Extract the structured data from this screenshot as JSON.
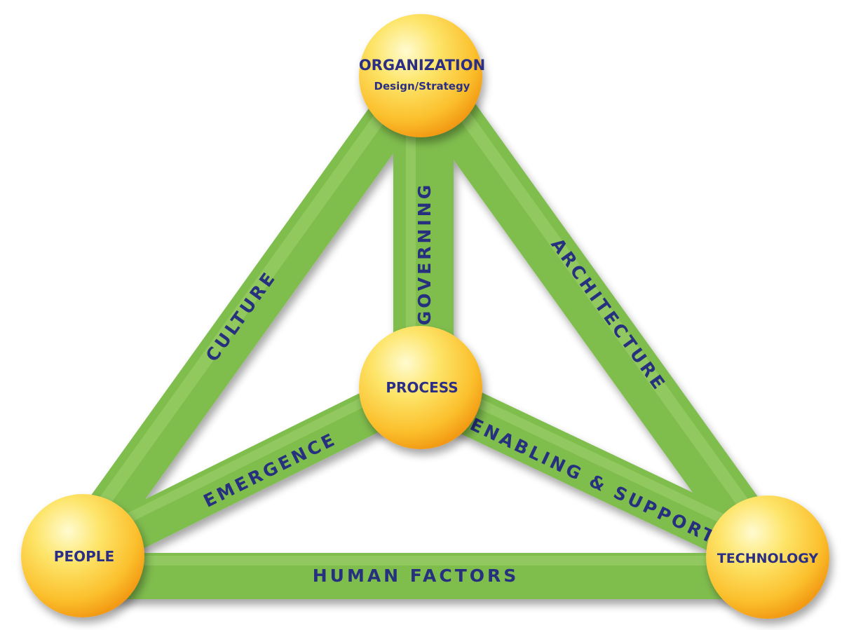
{
  "nodes": {
    "organization": {
      "label": "ORGANIZATION",
      "sublabel": "Design/Strategy"
    },
    "process": {
      "label": "PROCESS"
    },
    "people": {
      "label": "PEOPLE"
    },
    "technology": {
      "label": "TECHNOLOGY"
    }
  },
  "edges": {
    "culture": "CULTURE",
    "governing": "GOVERNING",
    "architecture": "ARCHITECTURE",
    "emergence": "EMERGENCE",
    "enabling": "ENABLING & SUPPORT",
    "human_factors": "HUMAN FACTORS"
  },
  "colors": {
    "bar_green": "#7fbd4e",
    "bar_highlight": "#a8d874",
    "bar_shadow": "#4f8a2c",
    "sphere_light": "#fff7a8",
    "sphere_mid": "#fdc83a",
    "sphere_dark": "#f29a12",
    "label_navy": "#27307e"
  }
}
